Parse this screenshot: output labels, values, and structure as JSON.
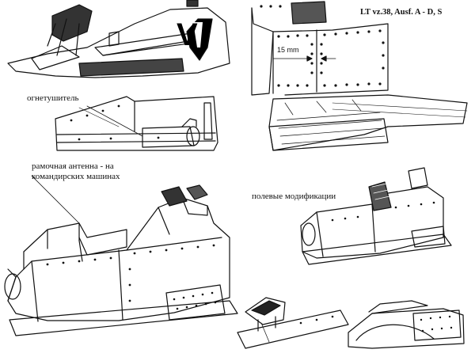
{
  "title": "LT vz.38, Ausf. A - D, S",
  "labels": {
    "extinguisher": "огнетушитель",
    "antenna_line1": "рамочная антенна - на",
    "antenna_line2": "командирских машинах",
    "field_mods": "полевые модификации",
    "dimension": "15 mm",
    "turret_letter": "V"
  }
}
